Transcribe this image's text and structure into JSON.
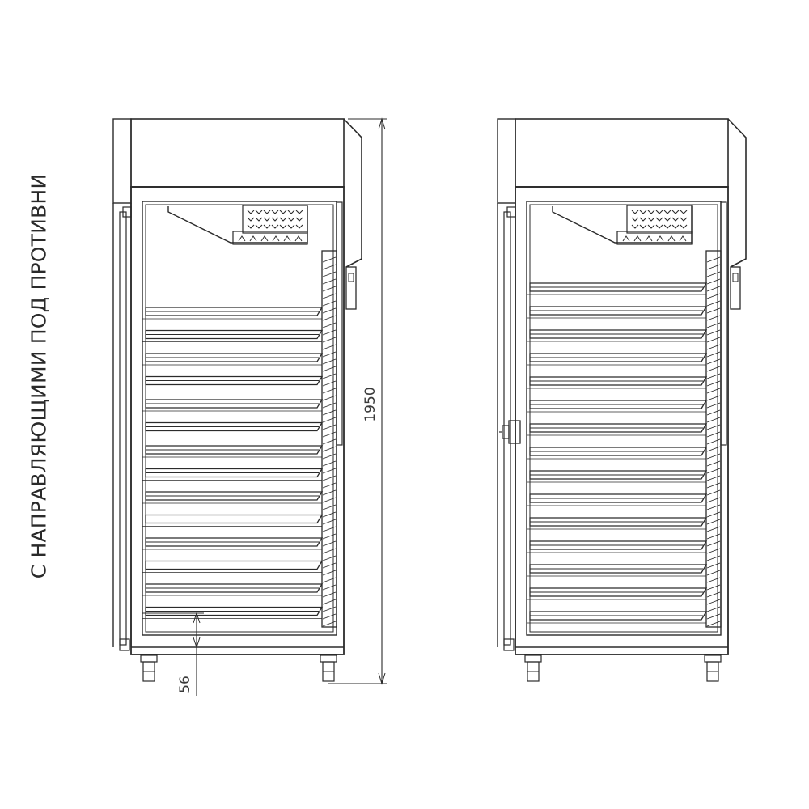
{
  "caption": "С НАПРАВЛЯЮЩИМИ ПОД ПРОТИВНИ",
  "dimensions": {
    "height": "1950",
    "tray_gap": "56"
  },
  "views": [
    {
      "name": "left-cabinet",
      "trays": 14,
      "door_handle": false
    },
    {
      "name": "right-cabinet",
      "trays": 15,
      "door_handle": true
    }
  ],
  "colors": {
    "line": "#2b2b2b",
    "background": "#ffffff"
  }
}
